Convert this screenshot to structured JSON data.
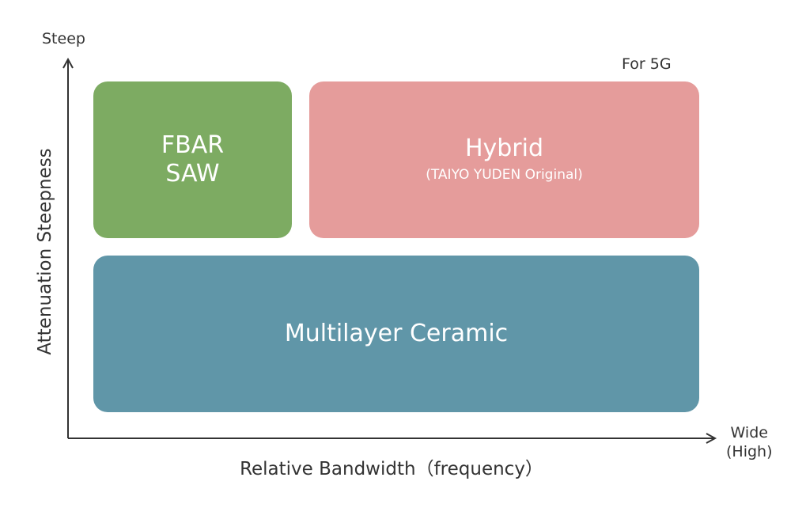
{
  "axes": {
    "y_top": "Steep",
    "y_title": "Attenuation Steepness",
    "x_title": "Relative Bandwidth（frequency）",
    "x_end_line1": "Wide",
    "x_end_line2": "(High)"
  },
  "annotation": {
    "for_5g": "For 5G"
  },
  "boxes": {
    "fbar_saw": {
      "line1": "FBAR",
      "line2": "SAW",
      "color": "#7dab62"
    },
    "hybrid": {
      "title": "Hybrid",
      "subtitle": "(TAIYO YUDEN Original)",
      "color": "#e59c9b"
    },
    "multilayer_ceramic": {
      "title": "Multilayer Ceramic",
      "color": "#6096a8"
    }
  },
  "colors": {
    "axis": "#333333",
    "text": "#333333"
  }
}
